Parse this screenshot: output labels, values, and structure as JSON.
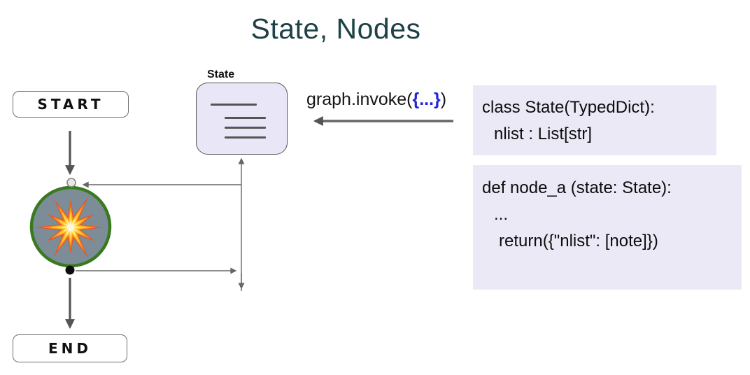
{
  "title": "State, Nodes",
  "flowchart": {
    "start_label": "START",
    "end_label": "END",
    "state_label": "State",
    "node_icon": "explosion-icon",
    "state_icon": "list-lines-icon"
  },
  "invoke": {
    "prefix": "graph.invoke(",
    "braces": "{...}",
    "suffix": ")"
  },
  "code": {
    "blocks": [
      {
        "lines": [
          "class State(TypedDict):",
          "nlist : List[str]"
        ]
      },
      {
        "lines": [
          "def node_a (state: State):",
          "...",
          "return({\"nlist\": [note]})"
        ]
      }
    ]
  },
  "colors": {
    "title_text": "#1d4147",
    "code_background": "#ece9f7",
    "state_box_background": "#e9e6f8",
    "invoke_braces_blue": "#2222dd",
    "node_fill": "#7c8d98",
    "node_border_green": "#3a7a1f",
    "explosion_outer": "#ee5226",
    "explosion_mid": "#f89b1c",
    "explosion_inner": "#ffd23e",
    "explosion_core": "#fff7d9",
    "arrow_grey": "#555555"
  }
}
